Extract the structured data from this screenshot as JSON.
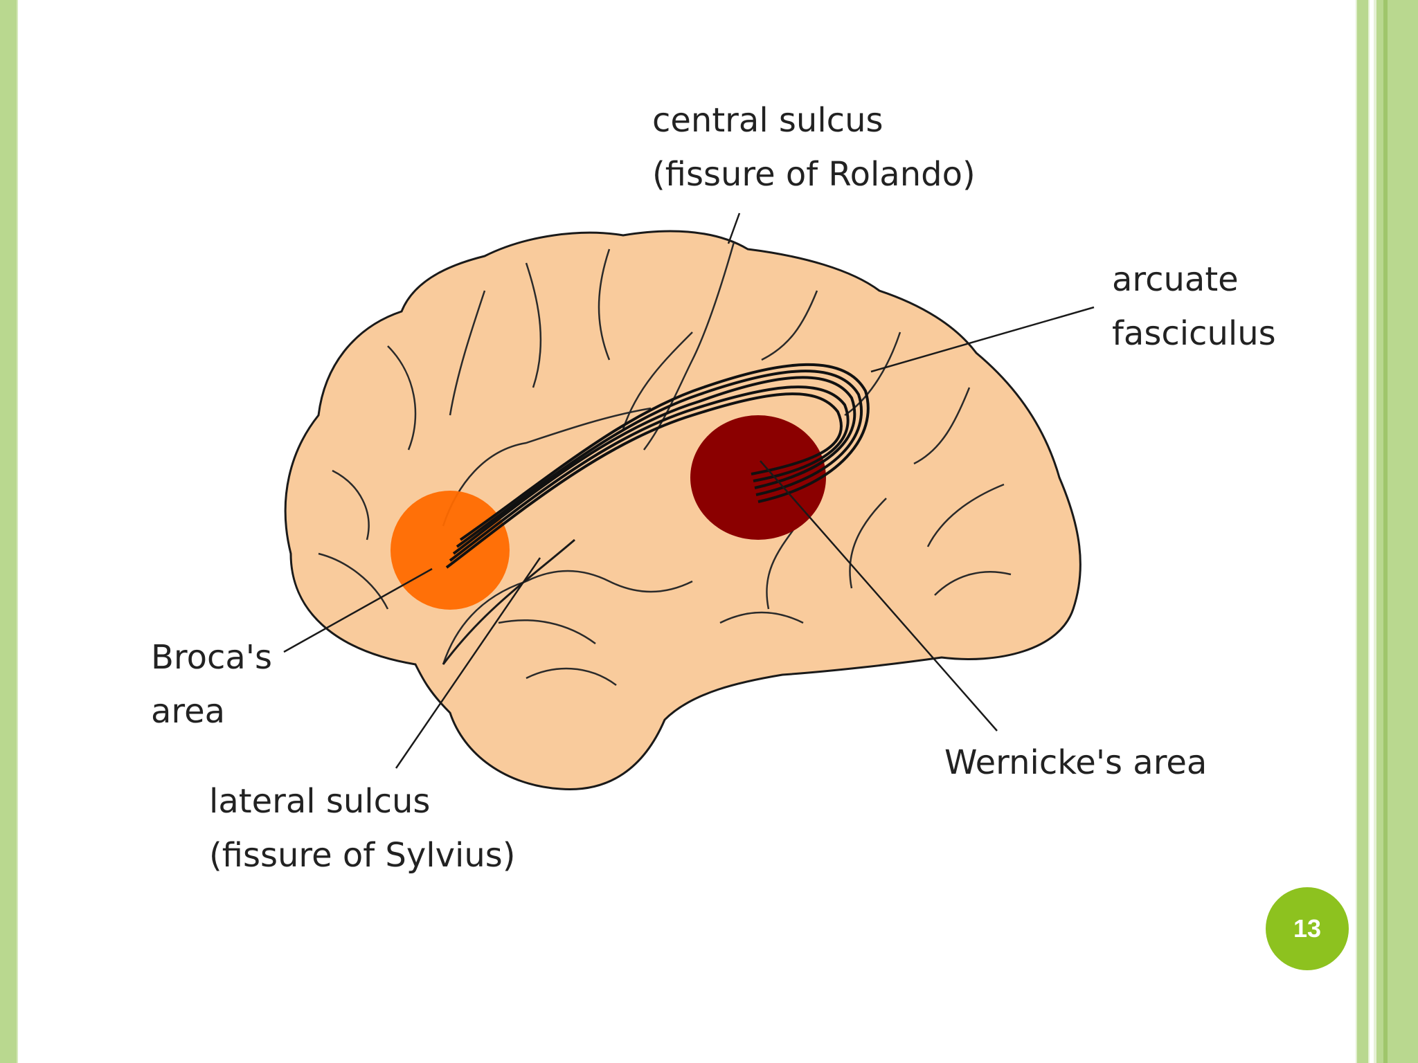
{
  "slide": {
    "number": "13"
  },
  "labels": {
    "central_sulcus_line1": "central sulcus",
    "central_sulcus_line2": "(fissure of Rolando)",
    "arcuate_line1": "arcuate",
    "arcuate_line2": "fasciculus",
    "broca_line1": "Broca's",
    "broca_line2": "area",
    "lateral_line1": "lateral sulcus",
    "lateral_line2": "(fissure of Sylvius)",
    "wernicke": "Wernicke's area"
  },
  "colors": {
    "brain": "#f9cb9c",
    "broca": "#ff6a00",
    "wernicke": "#8b0000",
    "frame": "#b9d88f",
    "badge": "#8dc21f"
  }
}
